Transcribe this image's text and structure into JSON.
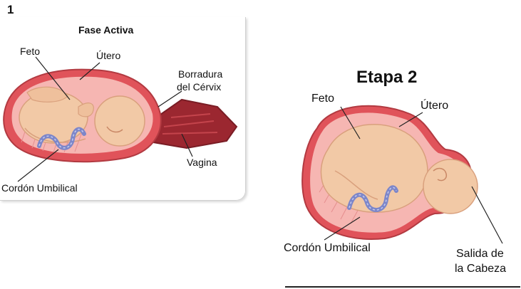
{
  "figure1": {
    "number": "1",
    "title": "Fase Activa",
    "labels": {
      "feto": "Feto",
      "utero": "Útero",
      "borradura_1": "Borradura",
      "borradura_2": "del Cérvix",
      "vagina": "Vagina",
      "cordon": "Cordón Umbilical"
    }
  },
  "figure2": {
    "title": "Etapa 2",
    "labels": {
      "feto": "Feto",
      "utero": "Útero",
      "cordon": "Cordón Umbilical",
      "salida_1": "Salida de",
      "salida_2": "la Cabeza"
    }
  },
  "colors": {
    "uterus_wall": "#e0535a",
    "uterus_inner": "#f6b6b2",
    "skin": "#f2c9a6",
    "skin_shadow": "#d9a07d",
    "cord": "#7d86c9",
    "vagina": "#9b2730"
  }
}
